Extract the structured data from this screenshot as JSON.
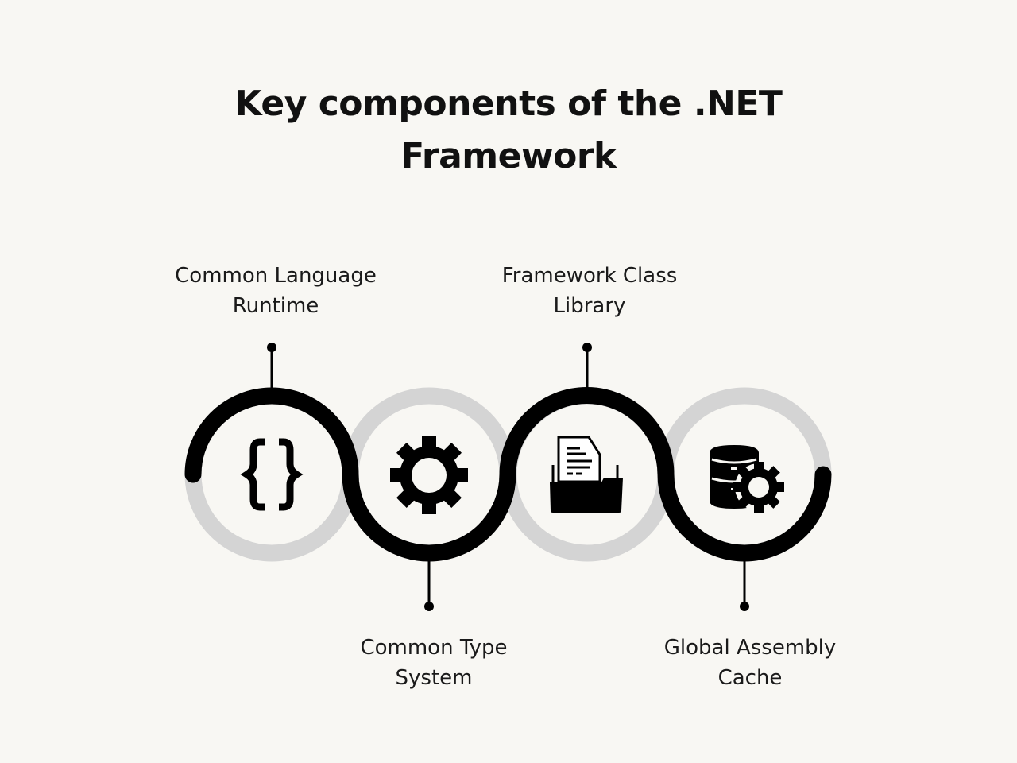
{
  "title": {
    "line1": "Key components of the .NET",
    "line2": "Framework"
  },
  "components": [
    {
      "line1": "Common Language",
      "line2": "Runtime",
      "icon": "curly-braces-icon",
      "position": "top"
    },
    {
      "line1": "Common Type",
      "line2": "System",
      "icon": "gear-icon",
      "position": "bottom"
    },
    {
      "line1": "Framework Class",
      "line2": "Library",
      "icon": "document-folder-icon",
      "position": "top"
    },
    {
      "line1": "Global Assembly",
      "line2": "Cache",
      "icon": "database-gear-icon",
      "position": "bottom"
    }
  ],
  "colors": {
    "background": "#f8f7f3",
    "path": "#000000",
    "ring": "#d4d4d4"
  }
}
